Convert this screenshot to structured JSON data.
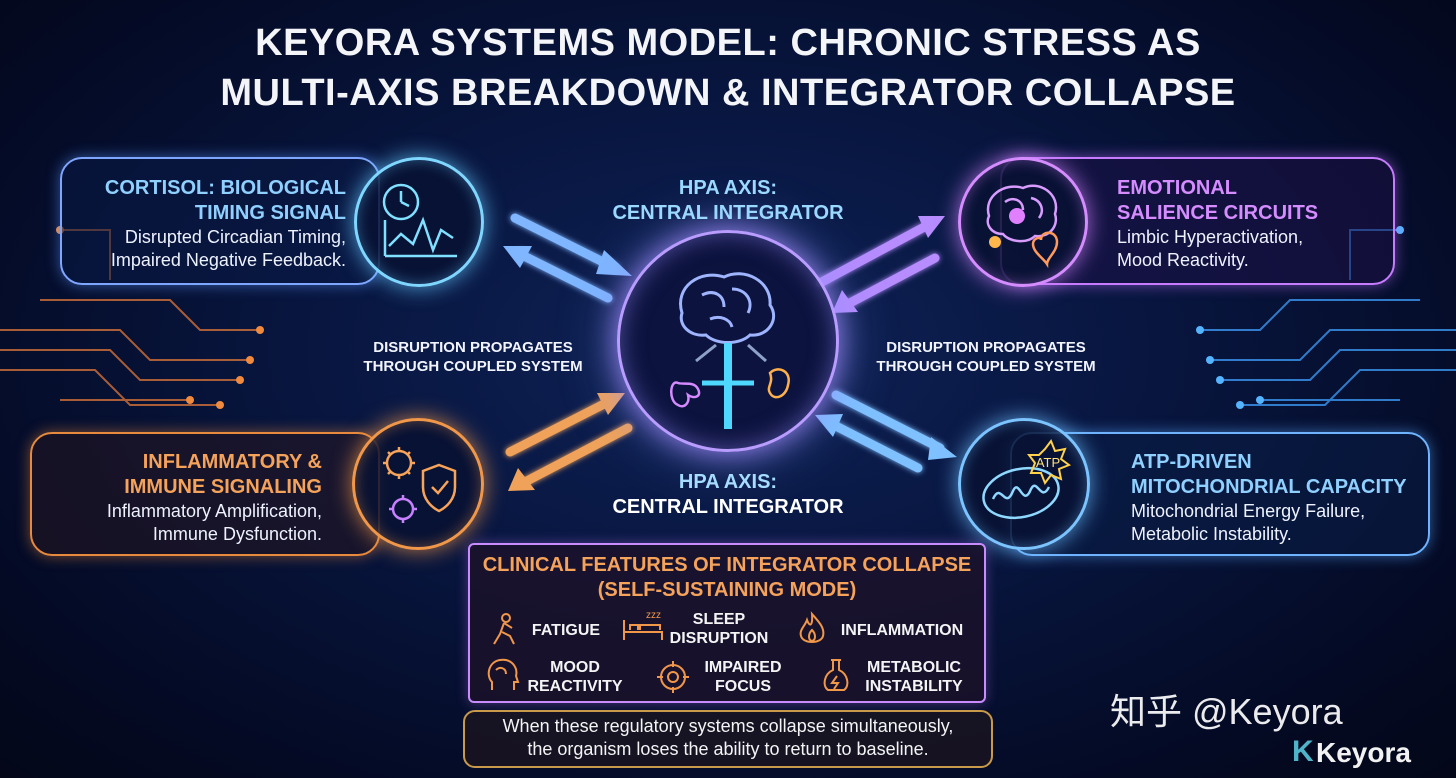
{
  "title": {
    "line1": "KEYORA SYSTEMS MODEL: CHRONIC STRESS AS",
    "line2": "MULTI-AXIS BREAKDOWN & INTEGRATOR COLLAPSE"
  },
  "center": {
    "top_label_1": "HPA AXIS:",
    "top_label_2": "CENTRAL INTEGRATOR",
    "bottom_label_1": "HPA AXIS:",
    "bottom_label_2": "CENTRAL INTEGRATOR"
  },
  "propagation": {
    "left_1": "DISRUPTION PROPAGATES",
    "left_2": "THROUGH COUPLED SYSTEM",
    "right_1": "DISRUPTION PROPAGATES",
    "right_2": "THROUGH COUPLED SYSTEM"
  },
  "nodes": {
    "cortisol": {
      "head_1": "CORTISOL: BIOLOGICAL",
      "head_2": "TIMING SIGNAL",
      "sub_1": "Disrupted Circadian Timing,",
      "sub_2": "Impaired Negative Feedback."
    },
    "emotional": {
      "head_1": "EMOTIONAL",
      "head_2": "SALIENCE CIRCUITS",
      "sub_1": "Limbic Hyperactivation,",
      "sub_2": "Mood Reactivity."
    },
    "inflammatory": {
      "head_1": "INFLAMMATORY &",
      "head_2": "IMMUNE SIGNALING",
      "sub_1": "Inflammatory Amplification,",
      "sub_2": "Immune Dysfunction."
    },
    "atp": {
      "head_1": "ATP-DRIVEN",
      "head_2": "MITOCHONDRIAL CAPACITY",
      "sub_1": "Mitochondrial Energy Failure,",
      "sub_2": "Metabolic Instability.",
      "badge": "ATP"
    }
  },
  "clinical": {
    "title_1": "CLINICAL FEATURES OF INTEGRATOR COLLAPSE",
    "title_2": "(SELF-SUSTAINING MODE)",
    "features": [
      {
        "l1": "FATIGUE",
        "l2": ""
      },
      {
        "l1": "SLEEP",
        "l2": "DISRUPTION"
      },
      {
        "l1": "INFLAMMATION",
        "l2": ""
      },
      {
        "l1": "MOOD",
        "l2": "REACTIVITY"
      },
      {
        "l1": "IMPAIRED",
        "l2": "FOCUS"
      },
      {
        "l1": "METABOLIC",
        "l2": "INSTABILITY"
      }
    ],
    "note_1": "When these regulatory systems collapse simultaneously,",
    "note_2": "the organism loses the ability to return to baseline."
  },
  "watermark": {
    "text": "知乎 @Keyora",
    "brand_letter": "K",
    "brand": "Keyora"
  },
  "colors": {
    "cyan": "#7fd6ff",
    "pink": "#d58cff",
    "orange": "#f0974a",
    "blue": "#7cc4ff",
    "accent_text_cyan": "#8fd0ff",
    "accent_text_orange": "#f5a25a"
  }
}
